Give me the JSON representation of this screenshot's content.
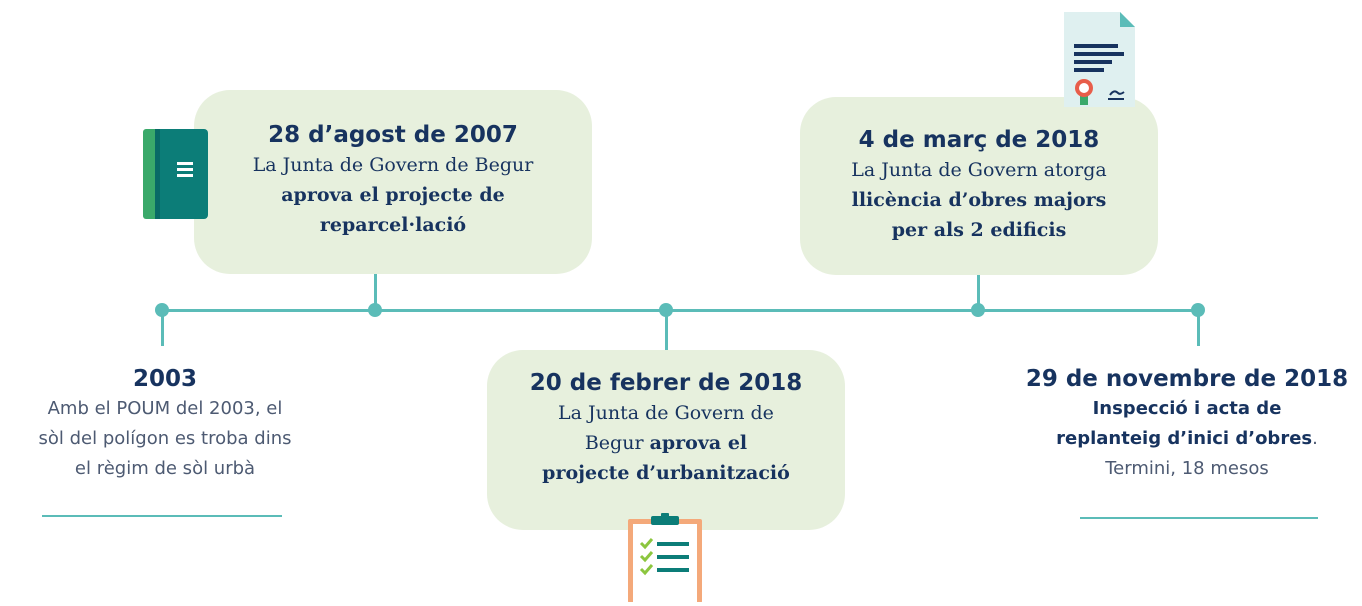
{
  "events": [
    {
      "date": "2003",
      "text_lines": [
        "Amb el POUM del 2003, el",
        "sòl del polígon es troba dins",
        "el règim de sòl urbà"
      ]
    },
    {
      "date": "28 d’agost de 2007",
      "intro": "La Junta de Govern de Begur",
      "bold_line1": "aprova el projecte de",
      "bold_line2": "reparcel·lació"
    },
    {
      "date": "20 de febrer de 2018",
      "line1": "La Junta de Govern de",
      "line2_plain": "Begur ",
      "line2_bold": "aprova el",
      "line3_bold": "projecte d’urbanització"
    },
    {
      "date": "4 de març de 2018",
      "intro": "La Junta de Govern atorga",
      "bold_line1": "llicència d’obres majors",
      "bold_line2": "per als 2 edificis"
    },
    {
      "date": "29 de novembre de 2018",
      "bold_line1": "Inspecció i acta de",
      "bold_line2": "replanteig d’inici d’obres",
      "bold_line2_suffix": ".",
      "line3": "Termini, 18 mesos"
    }
  ],
  "icons": {
    "book": "book-icon",
    "certificate": "certificate-icon",
    "clipboard": "clipboard-checklist-icon"
  },
  "colors": {
    "accent": "#5bbcb8",
    "card": "#e7f0dd",
    "navy": "#17335f",
    "book_dark": "#0c7d78",
    "book_light": "#3aa96a",
    "clipboard": "#f4a97a"
  }
}
